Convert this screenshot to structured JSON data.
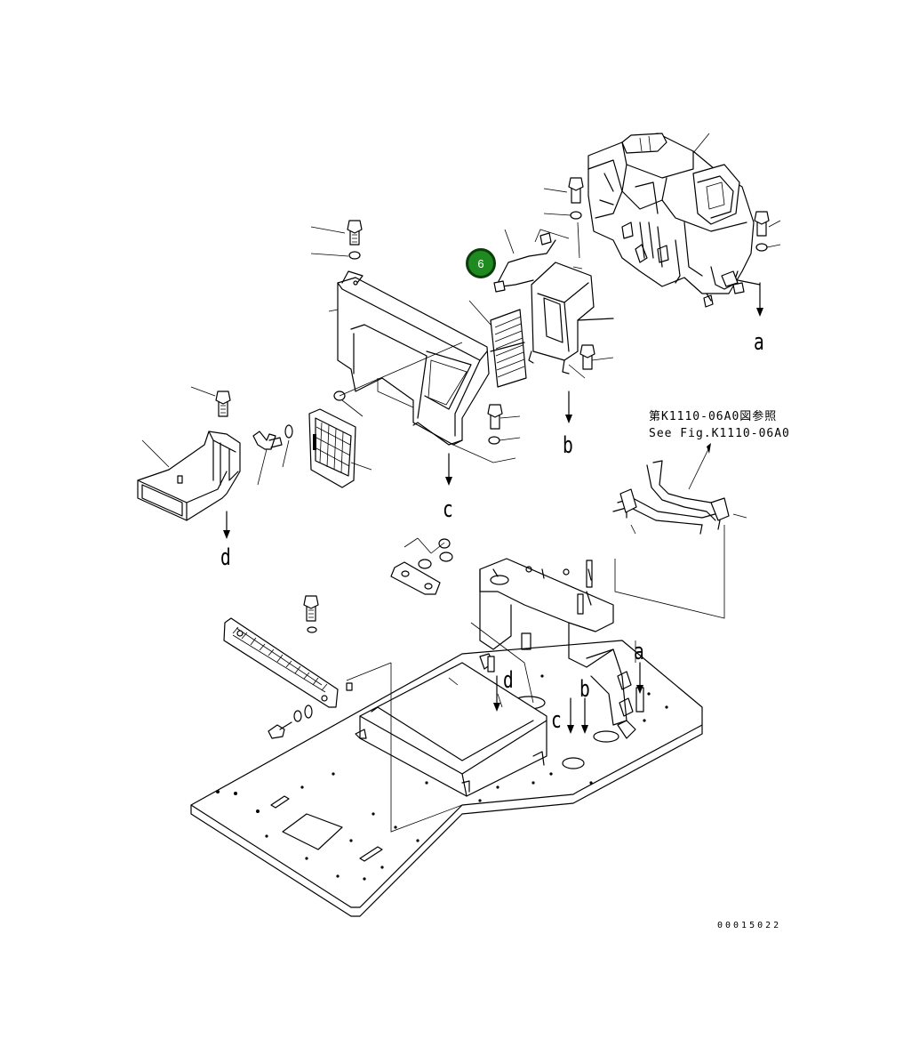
{
  "callout": {
    "number": "6",
    "color": "#1f8a1f",
    "border_color": "#0b3d0b"
  },
  "reference": {
    "line1": "第K1110-06A0図参照",
    "line2": "See Fig.K1110-06A0"
  },
  "drawing_code": "00015022",
  "connector_labels": {
    "a_top": "a",
    "b_top": "b",
    "c_top": "c",
    "d_top": "d",
    "a_bottom": "a",
    "b_bottom": "b",
    "c_bottom": "c",
    "d_bottom": "d"
  }
}
